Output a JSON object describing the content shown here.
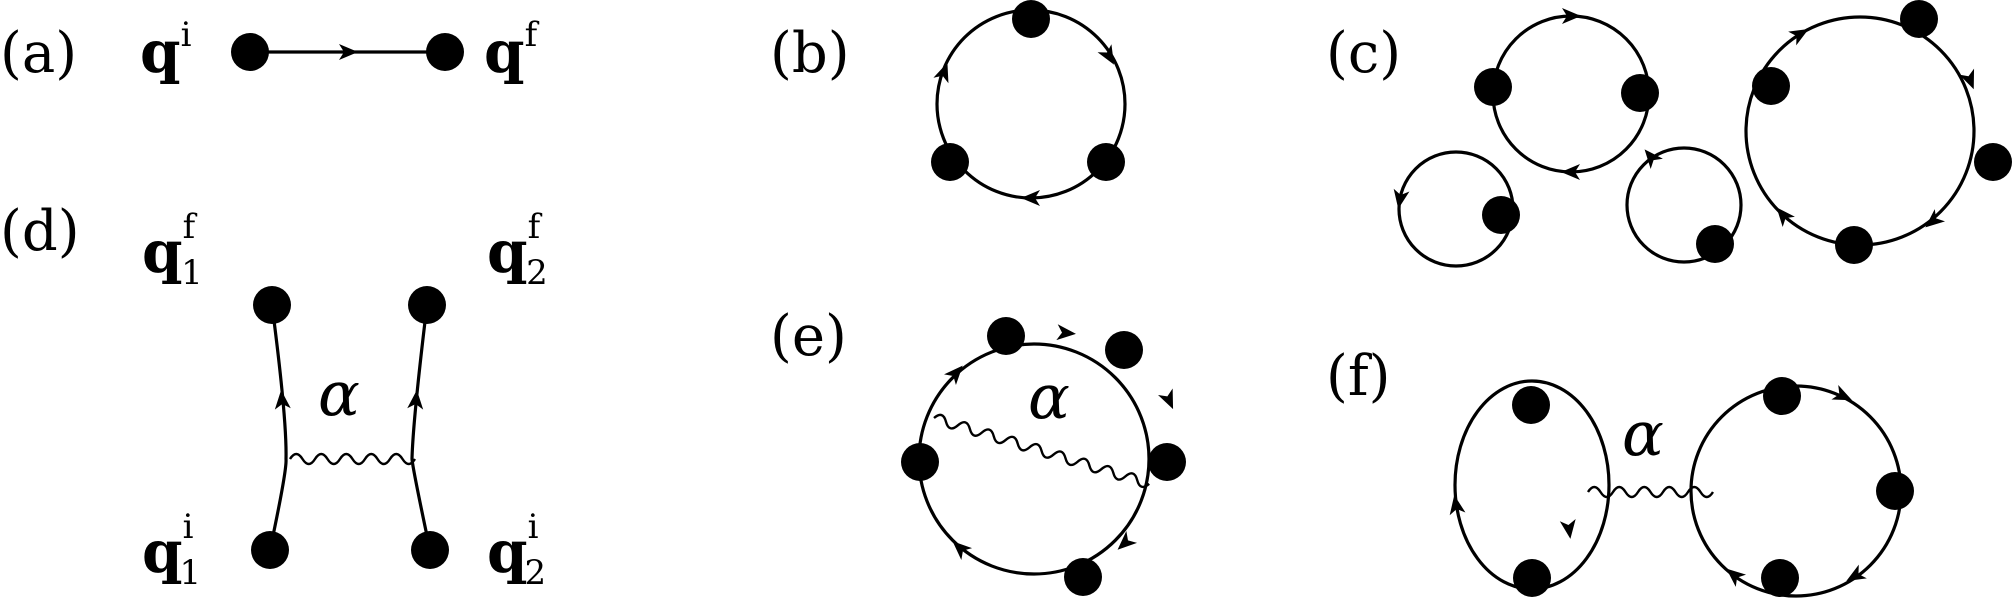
{
  "panels": {
    "a": {
      "label": "(a)",
      "initial": {
        "base": "q",
        "sup": "i"
      },
      "final": {
        "base": "q",
        "sup": "f"
      }
    },
    "b": {
      "label": "(b)"
    },
    "c": {
      "label": "(c)"
    },
    "d": {
      "label": "(d)",
      "coupling": "α",
      "q1f": {
        "base": "q",
        "sup": "f",
        "sub": "1"
      },
      "q2f": {
        "base": "q",
        "sup": "f",
        "sub": "2"
      },
      "q1i": {
        "base": "q",
        "sup": "i",
        "sub": "1"
      },
      "q2i": {
        "base": "q",
        "sup": "i",
        "sub": "2"
      }
    },
    "e": {
      "label": "(e)",
      "coupling": "α"
    },
    "f": {
      "label": "(f)",
      "coupling": "α"
    }
  }
}
